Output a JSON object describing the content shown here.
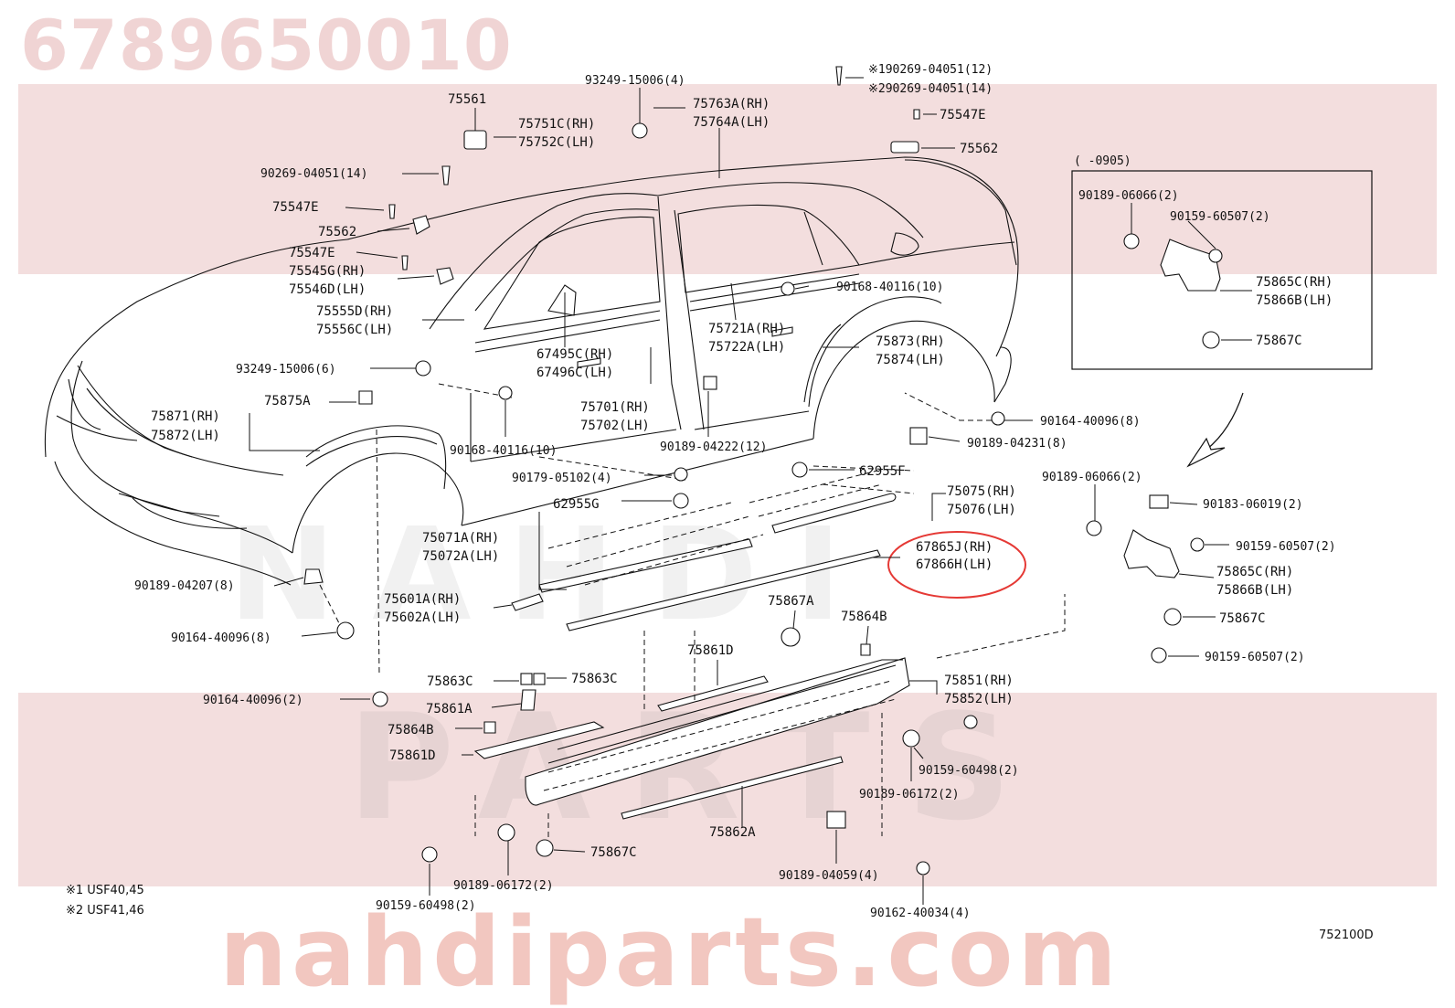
{
  "header": {
    "part_number": "6789650010"
  },
  "watermark": {
    "site": "nahdiparts.com",
    "word1": "NAHDI",
    "word2": "PARTS"
  },
  "diagram_code": "752100D",
  "notes": [
    "※1 USF40,45",
    "※2 USF41,46"
  ],
  "inset": {
    "date_range": "(      -0905)"
  },
  "highlight": {
    "color": "#e53935",
    "circled_part": "67865J(RH) / 67866H(LH)"
  },
  "labels": {
    "l75561": "75561",
    "l93249_a": "93249-15006(4)",
    "l75751": "75751C(RH)",
    "l75752": "75752C(LH)",
    "l75763": "75763A(RH)",
    "l75764": "75764A(LH)",
    "l90269_1": "※190269-04051(12)",
    "l90269_2": "※290269-04051(14)",
    "l75547_r": "75547E",
    "l75562_r": "75562",
    "l90269_14": "90269-04051(14)",
    "l75547_a": "75547E",
    "l75562_a": "75562",
    "l75547_b": "75547E",
    "l75545": "75545G(RH)",
    "l75546": "75546D(LH)",
    "l75555": "75555D(RH)",
    "l75556": "75556C(LH)",
    "l90168_a": "90168-40116(10)",
    "l75721": "75721A(RH)",
    "l75722": "75722A(LH)",
    "l67495": "67495C(RH)",
    "l67496": "67496C(LH)",
    "l93249_b": "93249-15006(6)",
    "l75873": "75873(RH)",
    "l75874": "75874(LH)",
    "l75871": "75871(RH)",
    "l75872": "75872(LH)",
    "l75875": "75875A",
    "l75701": "75701(RH)",
    "l75702": "75702(LH)",
    "l90164_a": "90164-40096(8)",
    "l90189_4231": "90189-04231(8)",
    "l90168_b": "90168-40116(10)",
    "l90189_4222": "90189-04222(12)",
    "l90179": "90179-05102(4)",
    "l62955f": "62955F",
    "l75075": "75075(RH)",
    "l75076": "75076(LH)",
    "l62955g": "62955G",
    "l75071": "75071A(RH)",
    "l75072": "75072A(LH)",
    "l67865": "67865J(RH)",
    "l67866": "67866H(LH)",
    "l90189_4207": "90189-04207(8)",
    "l75601": "75601A(RH)",
    "l75602": "75602A(LH)",
    "l75867a": "75867A",
    "l75864b_r": "75864B",
    "l90164_b": "90164-40096(8)",
    "l75861d_t": "75861D",
    "l75863c_a": "75863C",
    "l75863c_b": "75863C",
    "l75851": "75851(RH)",
    "l75852": "75852(LH)",
    "l90164_c": "90164-40096(2)",
    "l75861a": "75861A",
    "l75864b_l": "75864B",
    "l90159_498a": "90159-60498(2)",
    "l75861d_b": "75861D",
    "l90189_6172a": "90189-06172(2)",
    "l75867c_b": "75867C",
    "l75862a": "75862A",
    "l90189_6172b": "90189-06172(2)",
    "l90189_4059": "90189-04059(4)",
    "l90159_498b": "90159-60498(2)",
    "l90162": "90162-40034(4)",
    "i90189_6066": "90189-06066(2)",
    "i90159_507": "90159-60507(2)",
    "i75865c": "75865C(RH)",
    "i75866b": "75866B(LH)",
    "i75867c": "75867C",
    "r90189_6066": "90189-06066(2)",
    "r90183": "90183-06019(2)",
    "r90159_507a": "90159-60507(2)",
    "r75865c": "75865C(RH)",
    "r75866b": "75866B(LH)",
    "r75867c": "75867C",
    "r90159_507b": "90159-60507(2)"
  }
}
